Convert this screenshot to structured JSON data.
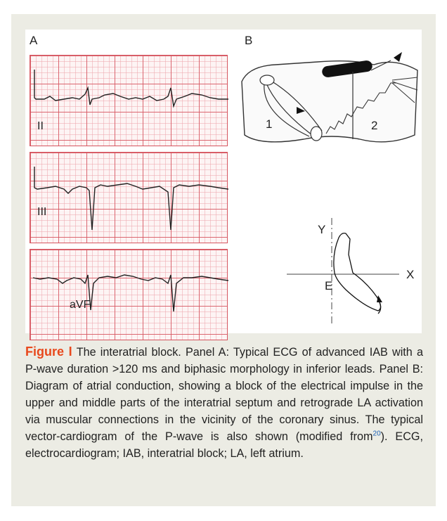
{
  "panel_a": {
    "letter": "A",
    "leads": [
      {
        "label": "II"
      },
      {
        "label": "III"
      },
      {
        "label": "aVF"
      }
    ]
  },
  "panel_b": {
    "letter": "B",
    "diagram_labels": {
      "path_1": "1",
      "path_2": "2"
    },
    "vector_labels": {
      "y_axis": "Y",
      "x_axis": "X",
      "origin": "E"
    }
  },
  "caption": {
    "figure_label": "Figure I",
    "text_before_ref": "The interatrial block. Panel A: Typical ECG of advanced IAB with a P-wave duration >120 ms and biphasic morphology in inferior leads. Panel B: Diagram of atrial conduction, showing a block of the electrical impulse in the upper and middle parts of the interatrial septum and retrograde LA activation via muscular connections in the vicinity of the coronary sinus. The typical vector-cardiogram of the P-wave is also shown (modified from",
    "ref_number": "20",
    "text_after_ref": "). ECG, electrocardiogram; IAB, interatrial block; LA, left atrium."
  },
  "colors": {
    "figure_label": "#e8491d",
    "ecg_grid": "#d65660",
    "reference_link": "#1a5fb4",
    "panel_background": "#ecece4"
  }
}
